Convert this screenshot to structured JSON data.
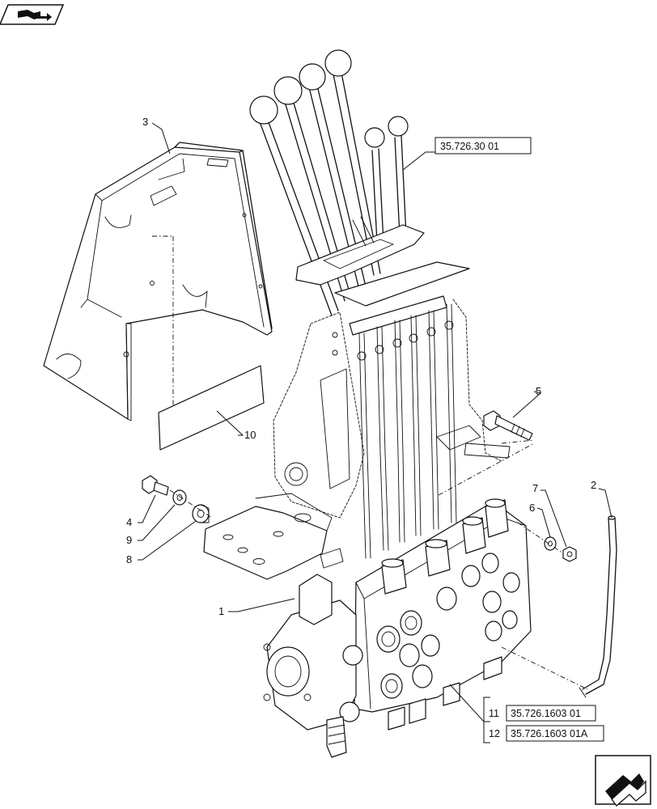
{
  "icons": {
    "top_left": "book-nav-icon",
    "bottom_right": "next-page-arrow-icon"
  },
  "callouts": {
    "c1": "1",
    "c2": "2",
    "c3": "3",
    "c4": "4",
    "c5": "5",
    "c7": "7",
    "c6": "6",
    "c8": "8",
    "c9": "9",
    "c10": "10"
  },
  "references": {
    "levers_ref": "35.726.30 01",
    "ref_11_num": "11",
    "ref_11_code": "35.726.1603 01",
    "ref_12_num": "12",
    "ref_12_code": "35.726.1603 01A"
  }
}
